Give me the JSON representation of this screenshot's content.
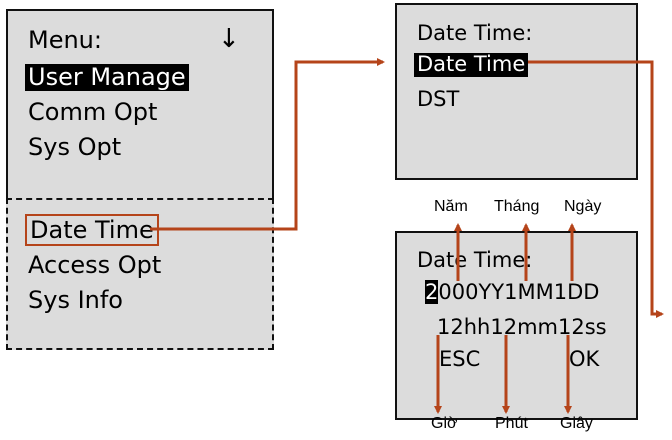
{
  "main_menu": {
    "title": "Menu:",
    "scroll_indicator": "↓",
    "items": [
      "User Manage",
      "Comm Opt",
      "Sys Opt"
    ]
  },
  "menu_continued": {
    "items": [
      "Date Time",
      "Access Opt",
      "Sys Info"
    ]
  },
  "date_time_menu": {
    "title": "Date Time:",
    "items": [
      "Date Time",
      "DST"
    ]
  },
  "date_time_editor": {
    "title": "Date Time:",
    "date_cursor": "2",
    "date_rest": "000YY1MM1DD",
    "time_line": "12hh12mm12ss",
    "esc_label": "ESC",
    "ok_label": "OK"
  },
  "labels": {
    "year": "Năm",
    "month": "Tháng",
    "day": "Ngày",
    "hour": "Giờ",
    "minute": "Phút",
    "second": "Giây"
  },
  "colors": {
    "arrow": "#b5441a",
    "screen_background": "#dcdcdc"
  }
}
